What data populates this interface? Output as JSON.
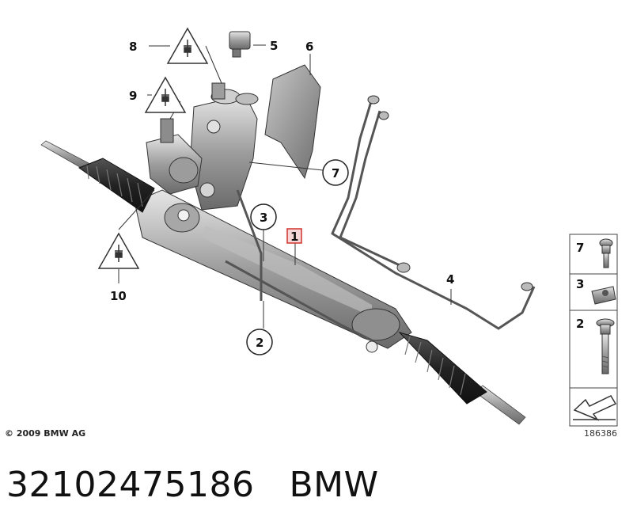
{
  "diagram": {
    "copyright": "© 2009 BMW AG",
    "diagram_number": "186386",
    "callouts": {
      "c1": "1",
      "c2": "2",
      "c3": "3",
      "c4": "4",
      "c5": "5",
      "c6": "6",
      "c7": "7",
      "c8": "8",
      "c9": "9",
      "c10": "10"
    },
    "legend": {
      "l7": "7",
      "l3": "3",
      "l2": "2"
    }
  },
  "caption": {
    "part_number": "32102475186",
    "brand": "BMW"
  },
  "colors": {
    "highlight": "#d2322d",
    "highlight_fill": "#f6d6d6",
    "line": "#222222",
    "part_gray": "#9a9a9a"
  }
}
